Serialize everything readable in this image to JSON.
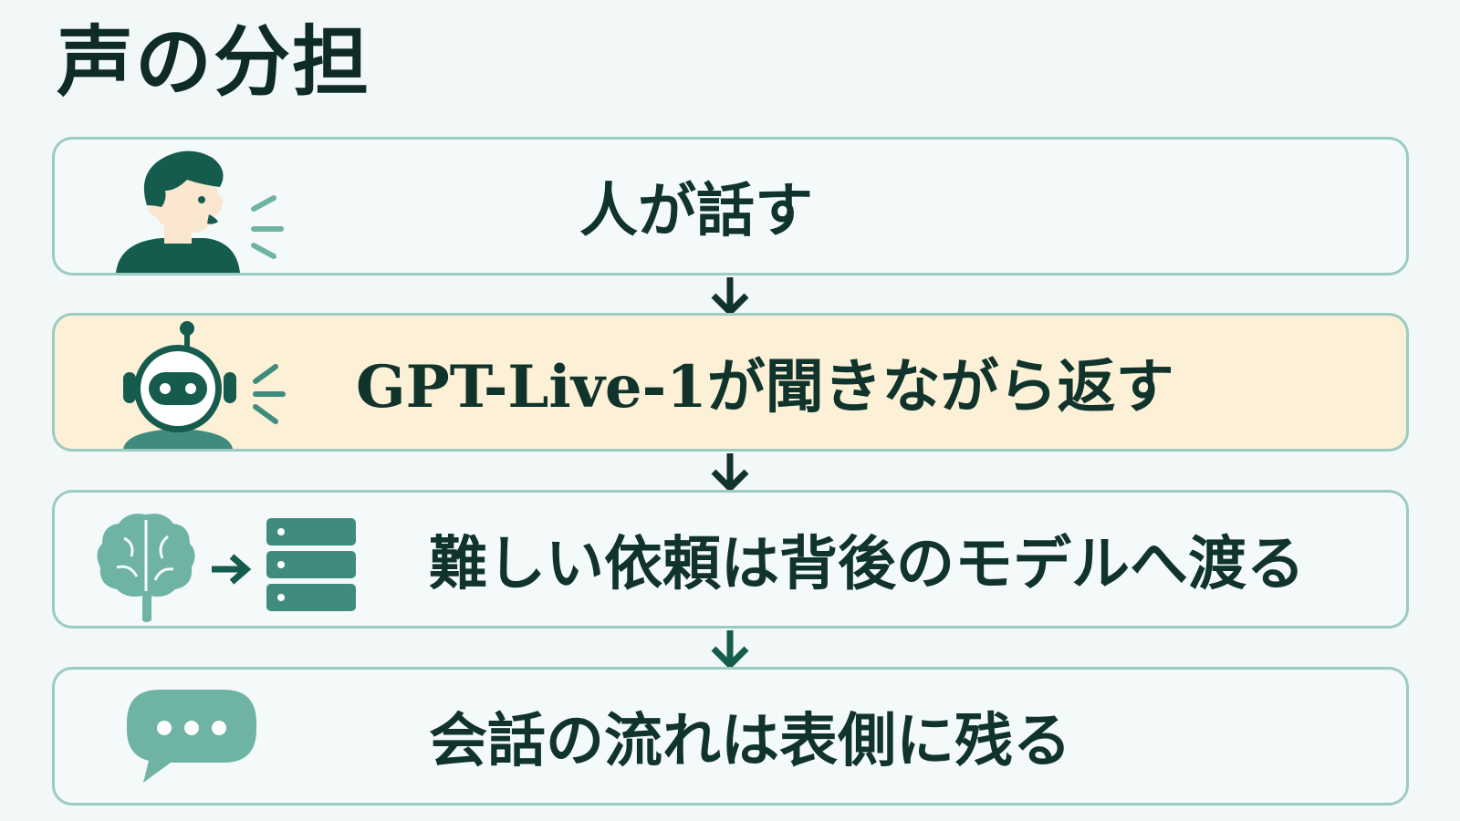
{
  "title": "声の分担",
  "colors": {
    "background": "#f1f8f7",
    "box_border": "#9ccbc2",
    "box_fill": "#f4faf9",
    "highlight_fill": "#fcf1d6",
    "dark_green": "#155b4e",
    "mid_green": "#3f8c7e",
    "light_green": "#6fb3a5",
    "skin": "#fbe7cf",
    "text": "#10332c"
  },
  "steps": [
    {
      "label": "人が話す",
      "icons": [
        "person-speaking-icon",
        "sound-waves-icon"
      ],
      "highlight": false
    },
    {
      "label": "GPT-Live-1が聞きながら返す",
      "icons": [
        "robot-icon",
        "sound-waves-icon"
      ],
      "highlight": true
    },
    {
      "label": "難しい依頼は背後のモデルへ渡る",
      "icons": [
        "brain-icon",
        "arrow-right-icon",
        "server-icon"
      ],
      "highlight": false
    },
    {
      "label": "会話の流れは表側に残る",
      "icons": [
        "speech-bubble-icon"
      ],
      "highlight": false
    }
  ],
  "flow_arrows": [
    "down-arrow-icon",
    "down-arrow-icon",
    "down-arrow-icon"
  ]
}
